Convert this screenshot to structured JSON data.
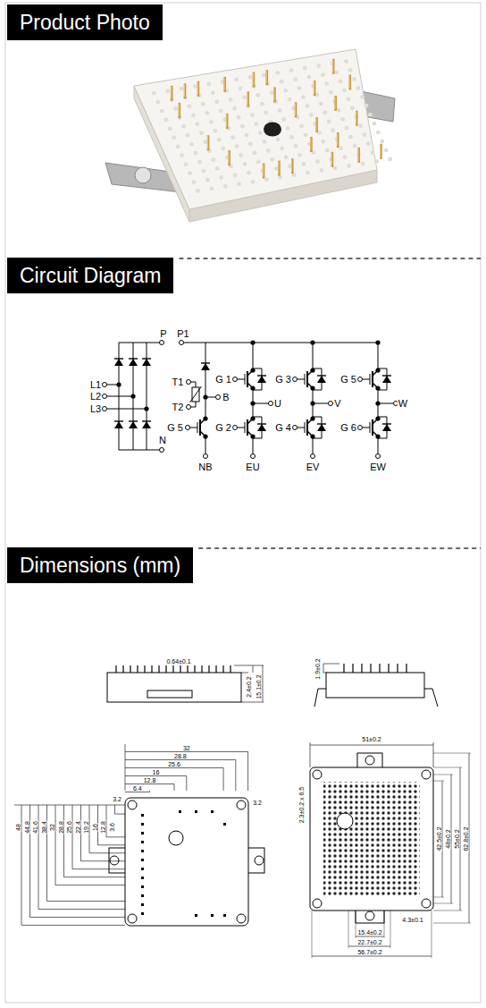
{
  "diagram": {
    "nodes": [
      {
        "text": [
          "Product Photo"
        ]
      },
      {
        "text": [
          "Circuit Diagram"
        ]
      },
      {
        "text": [
          "Dimensions (mm)"
        ]
      }
    ],
    "labels": [
      "P",
      "P1",
      "L1",
      "L2",
      "L3",
      "N",
      "T1",
      "T2",
      "B",
      "G 5",
      "NB",
      "G 1",
      "U",
      "G 2",
      "EU",
      "G 3",
      "V",
      "G 4",
      "EV",
      "G 5",
      "W",
      "G 6",
      "EW",
      "0.64±0.1",
      "2.4±0.2",
      "15.1±0.2",
      "1.9±0.2",
      "32",
      "28.8",
      "25.6",
      "16",
      "12.8",
      "6.4",
      "3.2",
      "3.2",
      "48",
      "44.8",
      "41.6",
      "38.4",
      "32",
      "28.8",
      "25.6",
      "22.4",
      "19.2",
      "16",
      "12.8",
      "3.6",
      "51±0.2",
      "2.3±0.2 x 6.5",
      "42.5±0.2",
      "48±0.2",
      "55±0.2",
      "62.8±0.2",
      "4.3±0.1",
      "15.4±0.2",
      "22.7±0.2",
      "56.7±0.2"
    ]
  }
}
